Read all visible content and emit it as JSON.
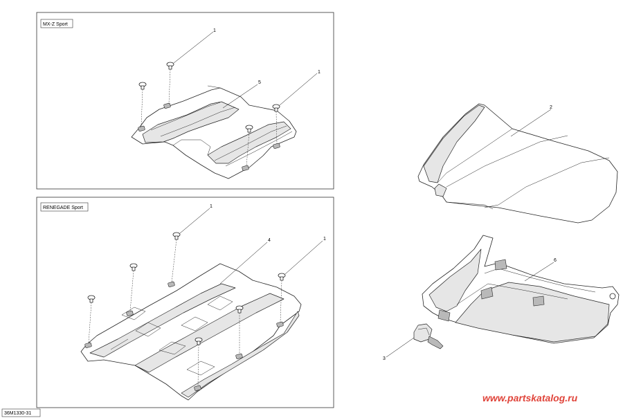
{
  "panels": [
    {
      "title": "MX-Z Sport"
    },
    {
      "title": "RENEGADE Sport"
    }
  ],
  "callouts": {
    "top_fastener_a": "1",
    "top_fastener_b": "1",
    "top_plate": "5",
    "bottom_fastener_a": "1",
    "bottom_fastener_b": "1",
    "bottom_plate": "4",
    "windshield": "2",
    "console": "6",
    "key": "3"
  },
  "reference_code": "36M1330-31",
  "watermark": "www.partskatalog.ru"
}
